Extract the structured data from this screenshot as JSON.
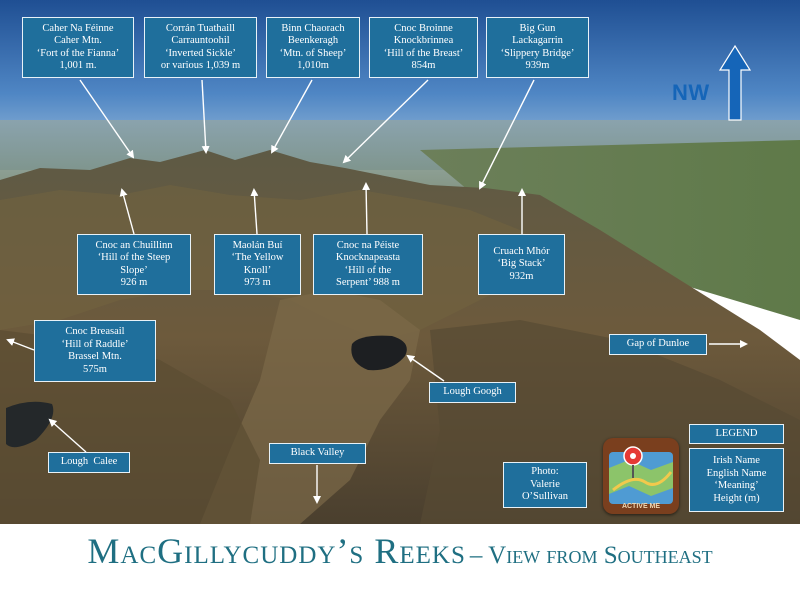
{
  "orientation": {
    "label": "NW"
  },
  "peaks": [
    {
      "irish": "Caher Na Féinne",
      "english": "Caher Mtn.",
      "meaning": "‘Fort of the Fianna’",
      "height": "1,001 m."
    },
    {
      "irish": "Corrán Tuathaill",
      "english": "Carrauntoohil",
      "meaning": "‘Inverted Sickle’",
      "height": "or various 1,039 m"
    },
    {
      "irish": "Binn Chaorach",
      "english": "Beenkeragh",
      "meaning": "‘Mtn. of Sheep’",
      "height": "1,010m"
    },
    {
      "irish": "Cnoc Broinne",
      "english": "Knockbrinnea",
      "meaning": "‘Hill of the Breast’",
      "height": "854m"
    },
    {
      "irish": "Big Gun",
      "english": "Lackagarrin",
      "meaning": "‘Slippery Bridge’",
      "height": "939m"
    },
    {
      "irish": "Cnoc an Chuillinn",
      "english": "‘Hill of the Steep",
      "meaning": "Slope’",
      "height": "926 m"
    },
    {
      "irish": "Maolán Buí",
      "english": "‘The Yellow",
      "meaning": "Knoll’",
      "height": "973 m"
    },
    {
      "irish": "Cnoc na Péiste",
      "english": "Knocknapeasta",
      "meaning": "‘Hill of the",
      "height": "Serpent’ 988 m"
    },
    {
      "irish": "Cruach Mhór",
      "english": "‘Big Stack’",
      "meaning": "932m"
    },
    {
      "irish": "Cnoc Breasail",
      "english": "‘Hill of Raddle’",
      "meaning": "Brassel Mtn.",
      "height": "575m"
    }
  ],
  "places": {
    "gap_of_dunloe": "Gap of Dunloe",
    "lough_googh": "Lough Googh",
    "lough_calee": "Lough  Calee",
    "black_valley": "Black Valley"
  },
  "photo_credit": {
    "line1": "Photo:",
    "line2": "Valerie",
    "line3": "O’Sullivan"
  },
  "legend": {
    "title": "LEGEND",
    "line1": "Irish Name",
    "line2": "English Name",
    "line3": "‘Meaning’",
    "line4": "Height (m)"
  },
  "app_icon": {
    "name": "map-pin-icon",
    "text": "ACTIVE ME"
  },
  "caption": {
    "title": "MacGillycuddy’s Reeks",
    "subtitle": "– View from Southeast"
  },
  "colors": {
    "label_bg": "#1f6f9c",
    "caption": "#1f6f82",
    "arrow": "#1565b8"
  }
}
